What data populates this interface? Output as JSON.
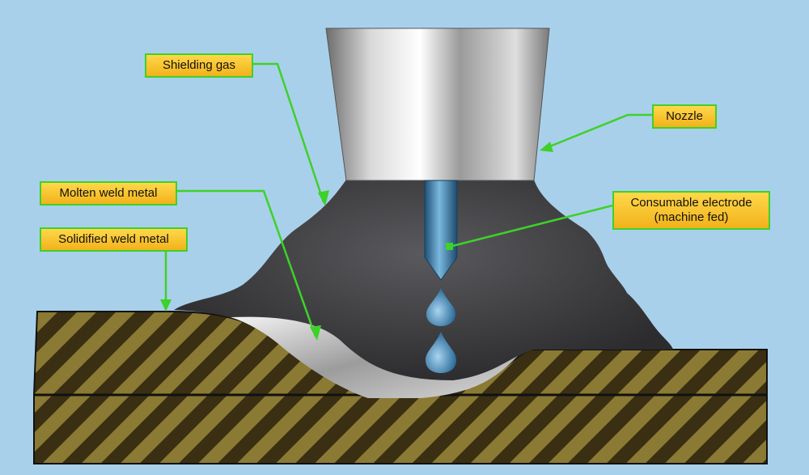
{
  "labels": {
    "shielding_gas": "Shielding gas",
    "nozzle": "Nozzle",
    "molten_weld_metal": "Molten weld metal",
    "solidified_weld_metal": "Solidified weld metal",
    "electrode_line1": "Consumable electrode",
    "electrode_line2": "(machine fed)"
  },
  "colors": {
    "background": "#a9d0ea",
    "label_fill": "#f5c02a",
    "label_border": "#3ed12a",
    "leader_line": "#3ed12a",
    "base_metal_stripe_dark": "#3a2f12",
    "base_metal_stripe_light": "#8a7a33",
    "shielding_gas": "#3a3a3c",
    "electrode": "#3a7fb0"
  }
}
